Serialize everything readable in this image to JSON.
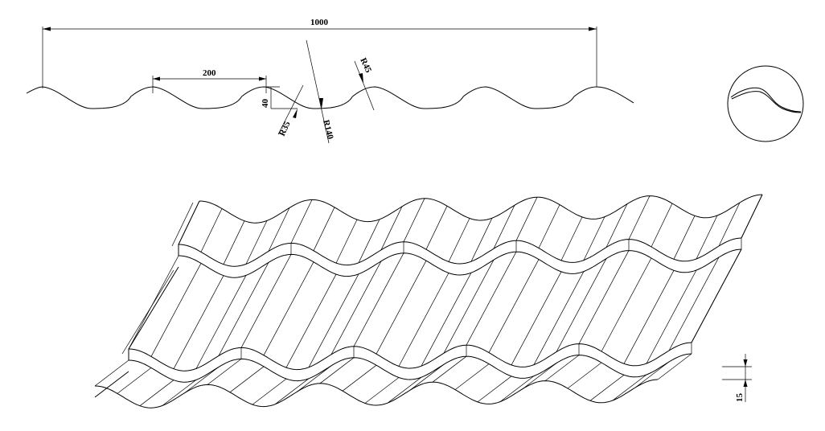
{
  "drawing": {
    "profile_waves": 5,
    "dimensions": {
      "overall_width": "1000",
      "pitch": "200",
      "height": "40",
      "radius_small": "R35",
      "radius_large": "R140",
      "radius_crest": "R45",
      "step_height": "15"
    },
    "isometric": {
      "waves": 5,
      "ribs_per_wave": 5,
      "step_rows": 2
    },
    "colors": {
      "line": "#000000",
      "background": "#ffffff"
    }
  }
}
